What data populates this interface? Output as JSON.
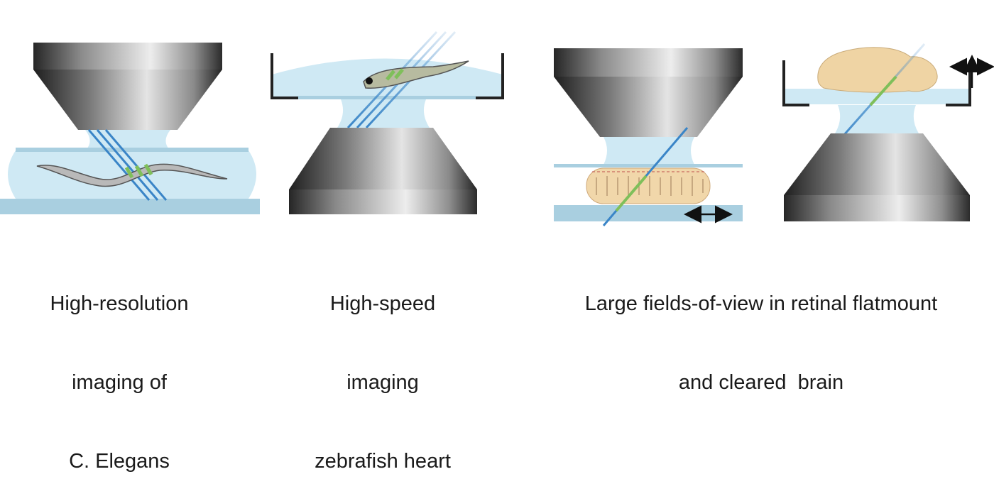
{
  "panels": [
    {
      "id": "c-elegans",
      "caption_lines": [
        "High-resolution",
        "imaging of",
        "C. Elegans"
      ]
    },
    {
      "id": "zebrafish",
      "caption_lines": [
        "High-speed",
        "imaging",
        "zebrafish heart"
      ]
    },
    {
      "id": "retina-brain",
      "caption_lines": [
        "Large fields-of-view in retinal flatmount",
        "and cleared  brain"
      ]
    }
  ],
  "colors": {
    "objective_dark": "#2a2a2a",
    "objective_light": "#e8e8e8",
    "immersion_medium": "#cfe9f4",
    "coverslip": "#a9cfe0",
    "light_sheet": "#3a85c7",
    "illuminated_region": "#7fbf5a",
    "sample_tissue": "#f1d7aa",
    "mouse_brain": "#efd4a4",
    "dish_wall": "#222222",
    "arrow": "#111111"
  },
  "icons": [
    "objective-lens-icon",
    "worm-icon",
    "zebrafish-icon",
    "retina-tissue-icon",
    "mouse-brain-icon",
    "double-arrow-icon"
  ]
}
